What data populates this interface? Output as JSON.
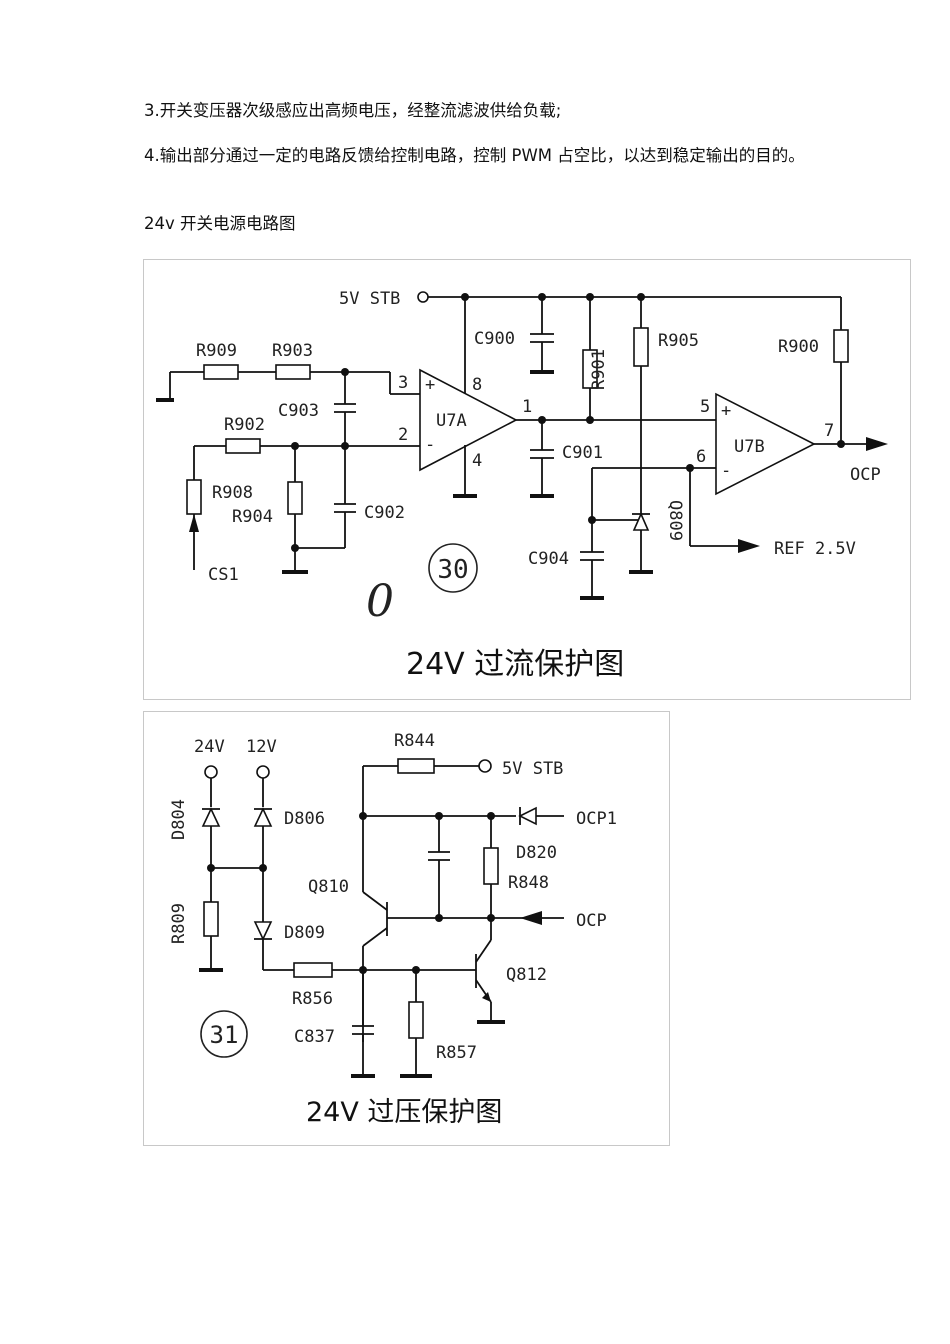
{
  "text": {
    "p3": "3.开关变压器次级感应出高频电压，经整流滤波供给负载;",
    "p4": "4.输出部分通过一定的电路反馈给控制电路，控制 PWM 占空比，以达到稳定输出的目的。",
    "p5": "24v 开关电源电路图"
  },
  "fig30": {
    "caption": "24V 过流保护图",
    "number": "30",
    "handwritten_mark": "0",
    "labels": {
      "stb": "5V STB",
      "r909": "R909",
      "r903": "R903",
      "r902": "R902",
      "r908": "R908",
      "r904": "R904",
      "c903": "C903",
      "c902": "C902",
      "c900": "C900",
      "c901": "C901",
      "c904": "C904",
      "r901": "R901",
      "r905": "R905",
      "r900": "R900",
      "u7a": "U7A",
      "u7b": "U7B",
      "q809": "Q809",
      "cs1": "CS1",
      "ocp": "OCP",
      "ref": "REF 2.5V",
      "pin1": "1",
      "pin2": "2",
      "pin3": "3",
      "pin4": "4",
      "pin5": "5",
      "pin6": "6",
      "pin7": "7",
      "pin8": "8",
      "plus": "+",
      "minus": "-"
    }
  },
  "fig31": {
    "caption": "24V 过压保护图",
    "number": "31",
    "labels": {
      "v24": "24V",
      "v12": "12V",
      "stb": "5V STB",
      "r844": "R844",
      "d804": "D804",
      "d806": "D806",
      "d809": "D809",
      "r809": "R809",
      "d820": "D820",
      "ocp1": "OCP1",
      "q810": "Q810",
      "r848": "R848",
      "ocp": "OCP",
      "r856": "R856",
      "q812": "Q812",
      "c837": "C837",
      "r857": "R857"
    }
  }
}
